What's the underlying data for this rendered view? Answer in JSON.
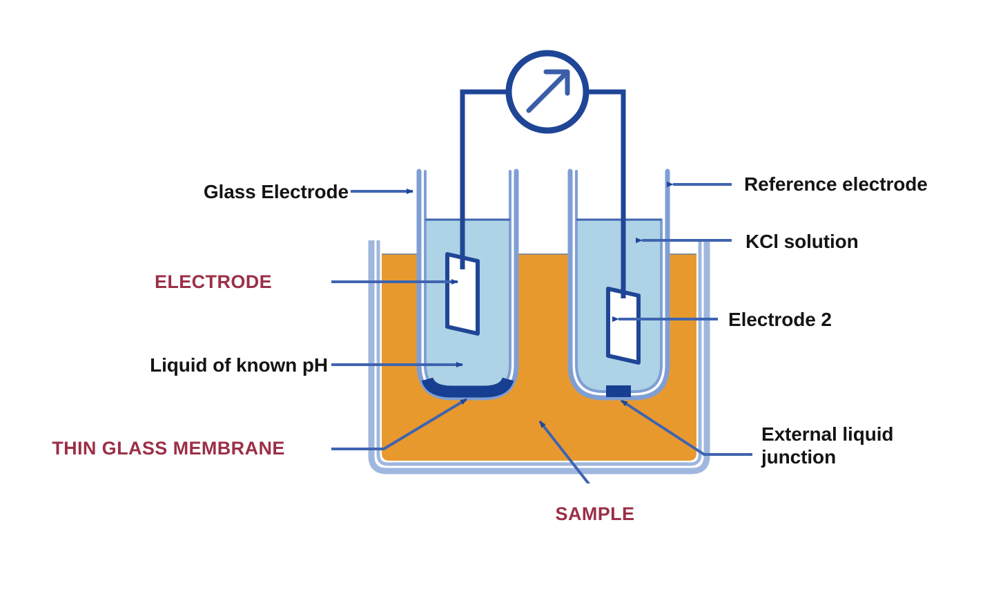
{
  "diagram": {
    "title": "pH meter / glass electrode cell diagram",
    "colors": {
      "outline_dark_blue": "#1F4696",
      "glass_light_blue": "#7F9FD4",
      "kcl_solution": "#AED2E6",
      "sample_orange": "#E8992E",
      "membrane_dark_blue": "#173F91",
      "pill_border": "#9B2F47",
      "pill_text": "#9B2F47",
      "label_text": "#141414",
      "white": "#FFFFFF"
    },
    "meter": {
      "name": "meter-gauge",
      "icon": "diagonal-arrow-up-right-icon"
    },
    "labels": [
      {
        "id": "glass-electrode",
        "text": "Glass Electrode",
        "side": "left"
      },
      {
        "id": "liquid-known-ph",
        "text": "Liquid of known pH",
        "side": "left"
      },
      {
        "id": "reference-electrode",
        "text": "Reference electrode",
        "side": "right"
      },
      {
        "id": "kcl-solution",
        "text": "KCl solution",
        "side": "right"
      },
      {
        "id": "electrode-2",
        "text": "Electrode 2",
        "side": "right"
      },
      {
        "id": "external-liquid-junction",
        "text": "External liquid\njunction",
        "side": "right"
      }
    ],
    "callouts": [
      {
        "id": "electrode",
        "text": "ELECTRODE"
      },
      {
        "id": "thin-glass-membrane",
        "text": "THIN GLASS MEMBRANE"
      },
      {
        "id": "sample",
        "text": "SAMPLE"
      }
    ]
  }
}
